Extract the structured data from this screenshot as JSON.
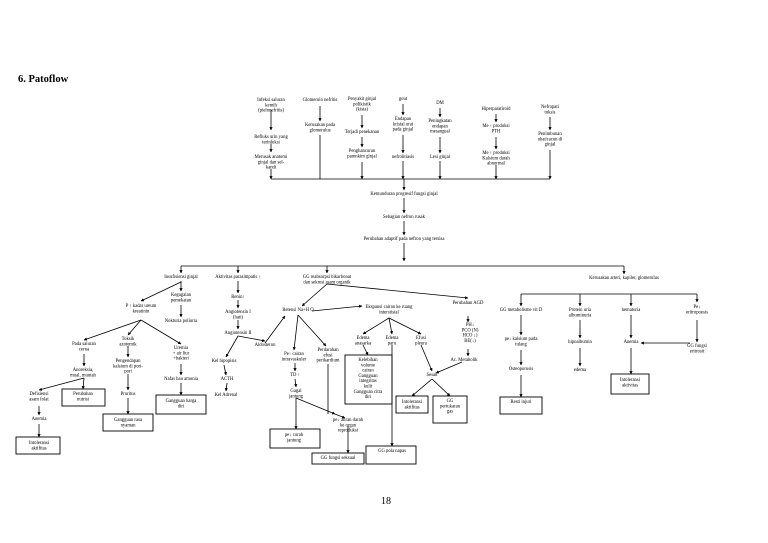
{
  "heading": "6.  Patoflow",
  "page_number": "18",
  "nodes": {
    "c1a": [
      "Infeksi saluran",
      "kemih",
      "(pielonefritis)"
    ],
    "c1b": [
      "Refluks urin yang",
      "terinfeksi"
    ],
    "c1c": [
      "Merusak anatomi",
      "ginjal dan sel-",
      "kandi"
    ],
    "c2a": [
      "Glomerulo nefritis"
    ],
    "c2b": [
      "Kerusakan pada",
      "glomerulus"
    ],
    "c3a": [
      "Penyakit ginjal",
      "polikistik",
      "(kista)"
    ],
    "c3b": [
      "Terjadi penekanan"
    ],
    "c3c": [
      "Penghancuran",
      "parenkim ginjal"
    ],
    "c4a": [
      "gout"
    ],
    "c4b": [
      "Endapan",
      "kristal urat",
      "pada ginjal"
    ],
    "c4c": [
      "nefrolitiasis"
    ],
    "c5a": [
      "DM"
    ],
    "c5b": [
      "Peningkatan",
      "endapan",
      "mesangeal"
    ],
    "c5c": [
      "Lesi ginjal"
    ],
    "c6a": [
      "Hiperparatiroid"
    ],
    "c6b": [
      "Me ↑ produksi",
      "PTH"
    ],
    "c6c": [
      "Me ↑ produksi",
      "Kalsium darah",
      "abnormal"
    ],
    "c7a": [
      "Nefropati",
      "toksis"
    ],
    "c7b": [
      "Penimbunan",
      "obat/racun di",
      "ginjal"
    ],
    "m1": [
      "Kemunduran progresif fungsi ginjal"
    ],
    "m2": [
      "Sebagian nefron rusak"
    ],
    "m3": [
      "Perubahan adaptif pada nefron yang tersisa"
    ],
    "a1": [
      "Insufisiensi ginjal"
    ],
    "a2": [
      "P ↑ kadar ureum",
      "kreatinin"
    ],
    "a3": [
      "Kegagalan",
      "pemekatan"
    ],
    "a4": [
      "Nokturia poliuria"
    ],
    "a5": [
      "Pada saluran",
      "cerna"
    ],
    "a6": [
      "Anoreksia,",
      "mual, muntah"
    ],
    "a7": [
      "Toksik",
      "azotemik"
    ],
    "a8": [
      "Pengendapan",
      "kalsium di pori-",
      "pori"
    ],
    "a9": [
      "Pruritus"
    ],
    "a10": [
      "Uremia",
      "+ air liur",
      "+bakteri"
    ],
    "a11": [
      "Nafas bau amonia"
    ],
    "a12": [
      "Defisiensi",
      "asam folat"
    ],
    "a13": [
      "Anemia"
    ],
    "b1": [
      "Perubahan",
      "nutrisi"
    ],
    "b2": [
      "Intoleransi",
      "aktifitas"
    ],
    "b3": [
      "Gangguan rasa",
      "nyaman"
    ],
    "b4": [
      "Gangguan harga",
      "diri"
    ],
    "r1": [
      "Aktivitas parasimpatis ↑"
    ],
    "r2": [
      "Renin↑"
    ],
    "r3": [
      "Angiotensin I",
      "(hati)"
    ],
    "r4": [
      "Angiotensin II"
    ],
    "r5": [
      "Aldosteron"
    ],
    "r6": [
      "Kel hipopisis"
    ],
    "r7": [
      "ACTH"
    ],
    "r8": [
      "Kel Adrenal"
    ],
    "g1": [
      "GG reabsorpsi bikarbonat",
      "dan sekresi asam organik"
    ],
    "g2": [
      "Retensi Na+H O"
    ],
    "g3": [
      "Perubahan AGD"
    ],
    "g4": [
      "PH↓",
      "PCO (N)",
      "HCO ↓)",
      "BE(↓)"
    ],
    "g5": [
      "Ac. Metabolik"
    ],
    "g6": [
      "Ekspansi cairan ke ruang",
      "interstisial"
    ],
    "g7": [
      "Edema",
      "anasarka"
    ],
    "g8": [
      "Edema",
      "paru"
    ],
    "g9": [
      "Efusi",
      "pleura"
    ],
    "g10": [
      "Sesak"
    ],
    "g11": [
      "Pe↑ cairan",
      "intravaskuler"
    ],
    "g12": [
      "TD ↑"
    ],
    "g13": [
      "Gagal",
      "jantung"
    ],
    "g14": [
      "Perdarahan",
      "efusi",
      "perikardium"
    ],
    "g15": [
      "pe↓ aliran darah",
      "ke organ",
      "reproduksi"
    ],
    "bx1": [
      "Kelebihan",
      "volume",
      "cairan",
      "Gangguan",
      "integritas",
      "kulit",
      "Gangguan citra",
      "diri"
    ],
    "bx2": [
      "pe↓ curah",
      "jantung"
    ],
    "bx3": [
      "GG fungsi seksual"
    ],
    "bx4": [
      "GG pola napas"
    ],
    "bx5": [
      "Intoleransi",
      "aktifitas"
    ],
    "bx6": [
      "GG",
      "pertukaran",
      "gas"
    ],
    "k1": [
      "Kerusakan arteri, kapiler, glomerulus"
    ],
    "k2": [
      "GG metabolisme vit D"
    ],
    "k3": [
      "pe↓ kalsium pada",
      "tulang"
    ],
    "k4": [
      "Osteoporosis"
    ],
    "k5": [
      "Protein uria",
      "albuminuria"
    ],
    "k6": [
      "hipoalbumin"
    ],
    "k7": [
      "edema"
    ],
    "k8": [
      "hematuria"
    ],
    "k9": [
      "Anemia"
    ],
    "k10": [
      "Pe↓",
      "eritropoesis"
    ],
    "k11": [
      "GG fungsi",
      "eritrosit"
    ],
    "bx7": [
      "Resti injuri"
    ],
    "bx8": [
      "Intoleransi",
      "aktivitas"
    ]
  }
}
